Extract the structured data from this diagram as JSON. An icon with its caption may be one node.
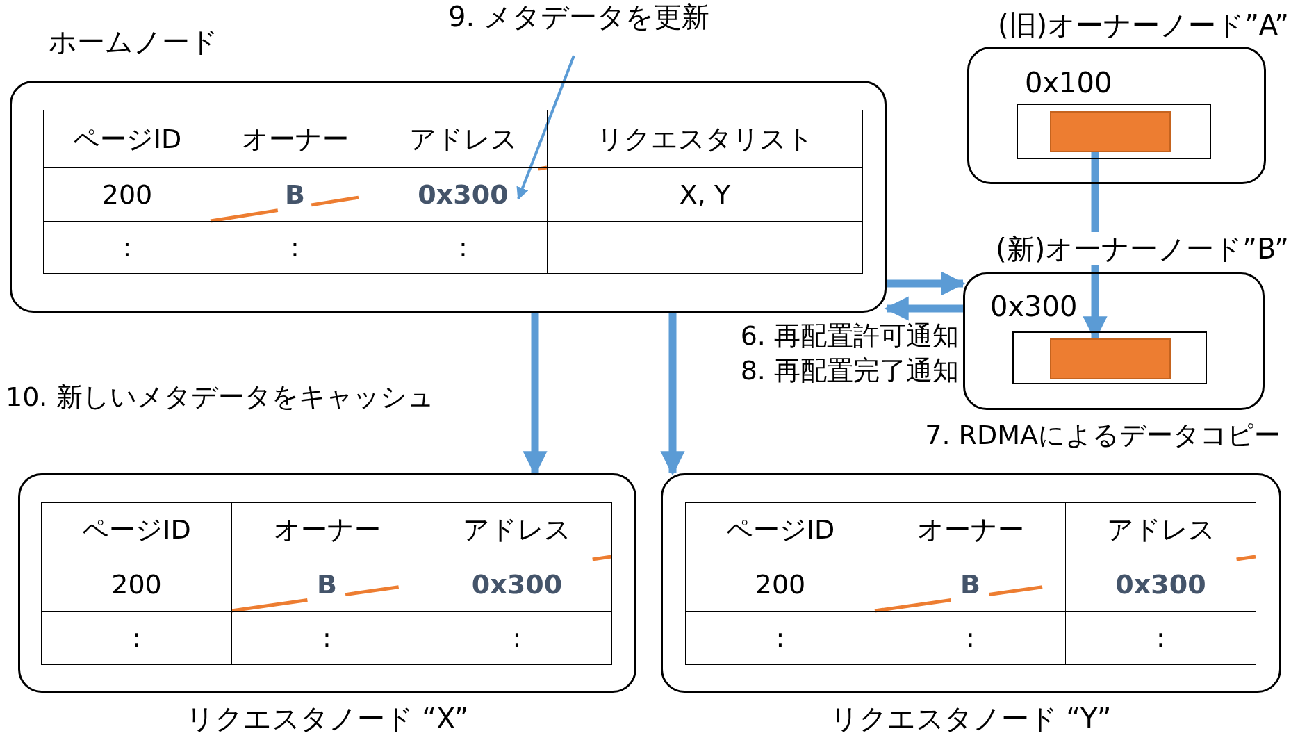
{
  "diagram": {
    "nodes": [
      {
        "text": [
          "ホームノード"
        ]
      },
      {
        "text": [
          "(旧)オーナーノード”A”"
        ]
      },
      {
        "text": [
          "0x100"
        ],
        "in": 1
      },
      {
        "text": [],
        "shape": "box",
        "in": 2
      },
      {
        "text": [
          "(新)オーナーノード”B”"
        ]
      },
      {
        "text": [
          "0x300"
        ],
        "in": 4
      },
      {
        "text": [],
        "shape": "box",
        "in": 5
      },
      {
        "text": [
          "リクエスタノード “X”"
        ]
      },
      {
        "text": [
          "リクエスタノード “Y”"
        ]
      },
      {
        "text": [
          "9. メタデータを更新"
        ]
      }
    ],
    "edges": [
      {
        "from": 0,
        "to": 4,
        "arrow": "to",
        "label": "6. 再配置許可通知"
      },
      {
        "from": 4,
        "to": 0,
        "arrow": "to",
        "label": "8. 再配置完了通知"
      },
      {
        "from": 3,
        "to": 6,
        "arrow": "to",
        "label": "7. RDMAによるデータコピー"
      },
      {
        "from": 0,
        "to": 7,
        "arrow": "to",
        "label": "10. 新しいメタデータをキャッシュ"
      },
      {
        "from": 0,
        "to": 8,
        "arrow": "to"
      },
      {
        "from": 9,
        "to": 0,
        "arrow": "to"
      }
    ],
    "labels": [
      "ページID",
      "オーナー",
      "アドレス",
      "リクエスタリスト",
      "200",
      "B",
      "0x300",
      "X, Y",
      ":",
      ":",
      ":",
      "ページID",
      "オーナー",
      "アドレス",
      "200",
      "B",
      "0x300",
      ":",
      ":",
      ":",
      "ページID",
      "オーナー",
      "アドレス",
      "200",
      "B",
      "0x300",
      ":",
      ":",
      ":"
    ]
  }
}
